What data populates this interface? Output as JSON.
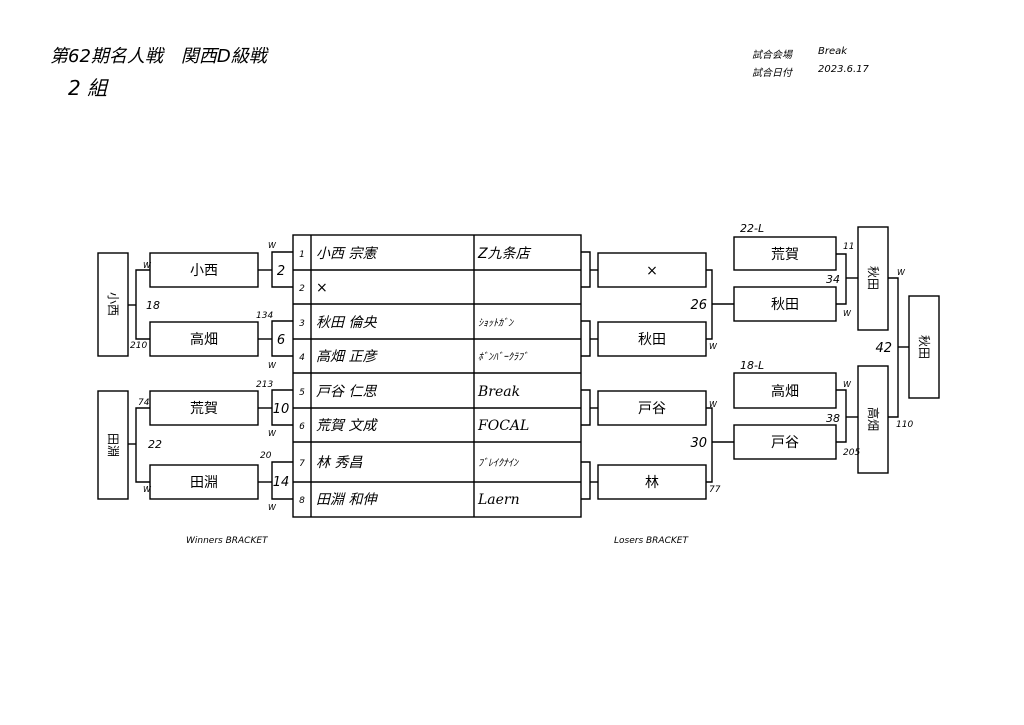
{
  "header": {
    "title": "第62期名人戦　関西D級戦",
    "subtitle": "2 組",
    "venue_label": "試合会場",
    "venue": "Break",
    "date_label": "試合日付",
    "date": "2023.6.17"
  },
  "captions": {
    "winners": "Winners BRACKET",
    "losers": "Losers BRACKET"
  },
  "players": [
    {
      "no": "1",
      "name": "小西 宗憲",
      "club": "Z九条店"
    },
    {
      "no": "2",
      "name": "×",
      "club": ""
    },
    {
      "no": "3",
      "name": "秋田 倫央",
      "club": "ｼｮｯﾄｶﾞﾝ"
    },
    {
      "no": "4",
      "name": "高畑 正彦",
      "club": "ﾎﾞﾝﾊﾞｰｸﾗﾌﾞ"
    },
    {
      "no": "5",
      "name": "戸谷 仁思",
      "club": "Break"
    },
    {
      "no": "6",
      "name": "荒賀 文成",
      "club": "FOCAL"
    },
    {
      "no": "7",
      "name": "林 秀昌",
      "club": "ﾌﾞﾚｲｸﾅｲﾝ"
    },
    {
      "no": "8",
      "name": "田淵 和伸",
      "club": "Laern"
    }
  ],
  "winners": {
    "round1": [
      "小西",
      "高畑",
      "荒賀",
      "田淵"
    ],
    "round2": [
      "小西",
      "田淵"
    ],
    "match_no": [
      "2",
      "6",
      "10",
      "14",
      "18",
      "22"
    ],
    "scores": [
      "134",
      "210",
      "213",
      "74",
      "20"
    ]
  },
  "losers": {
    "round1": [
      "×",
      "秋田",
      "戸谷",
      "林"
    ],
    "round2": [
      "荒賀",
      "秋田",
      "高畑",
      "戸谷"
    ],
    "round3": [
      "秋田",
      "高畑"
    ],
    "final": "秋田",
    "drop_labels": [
      "22-L",
      "18-L"
    ],
    "match_no": [
      "26",
      "30",
      "34",
      "38",
      "42"
    ],
    "scores": [
      "11",
      "77",
      "110",
      "205"
    ]
  },
  "win_mark": "W"
}
